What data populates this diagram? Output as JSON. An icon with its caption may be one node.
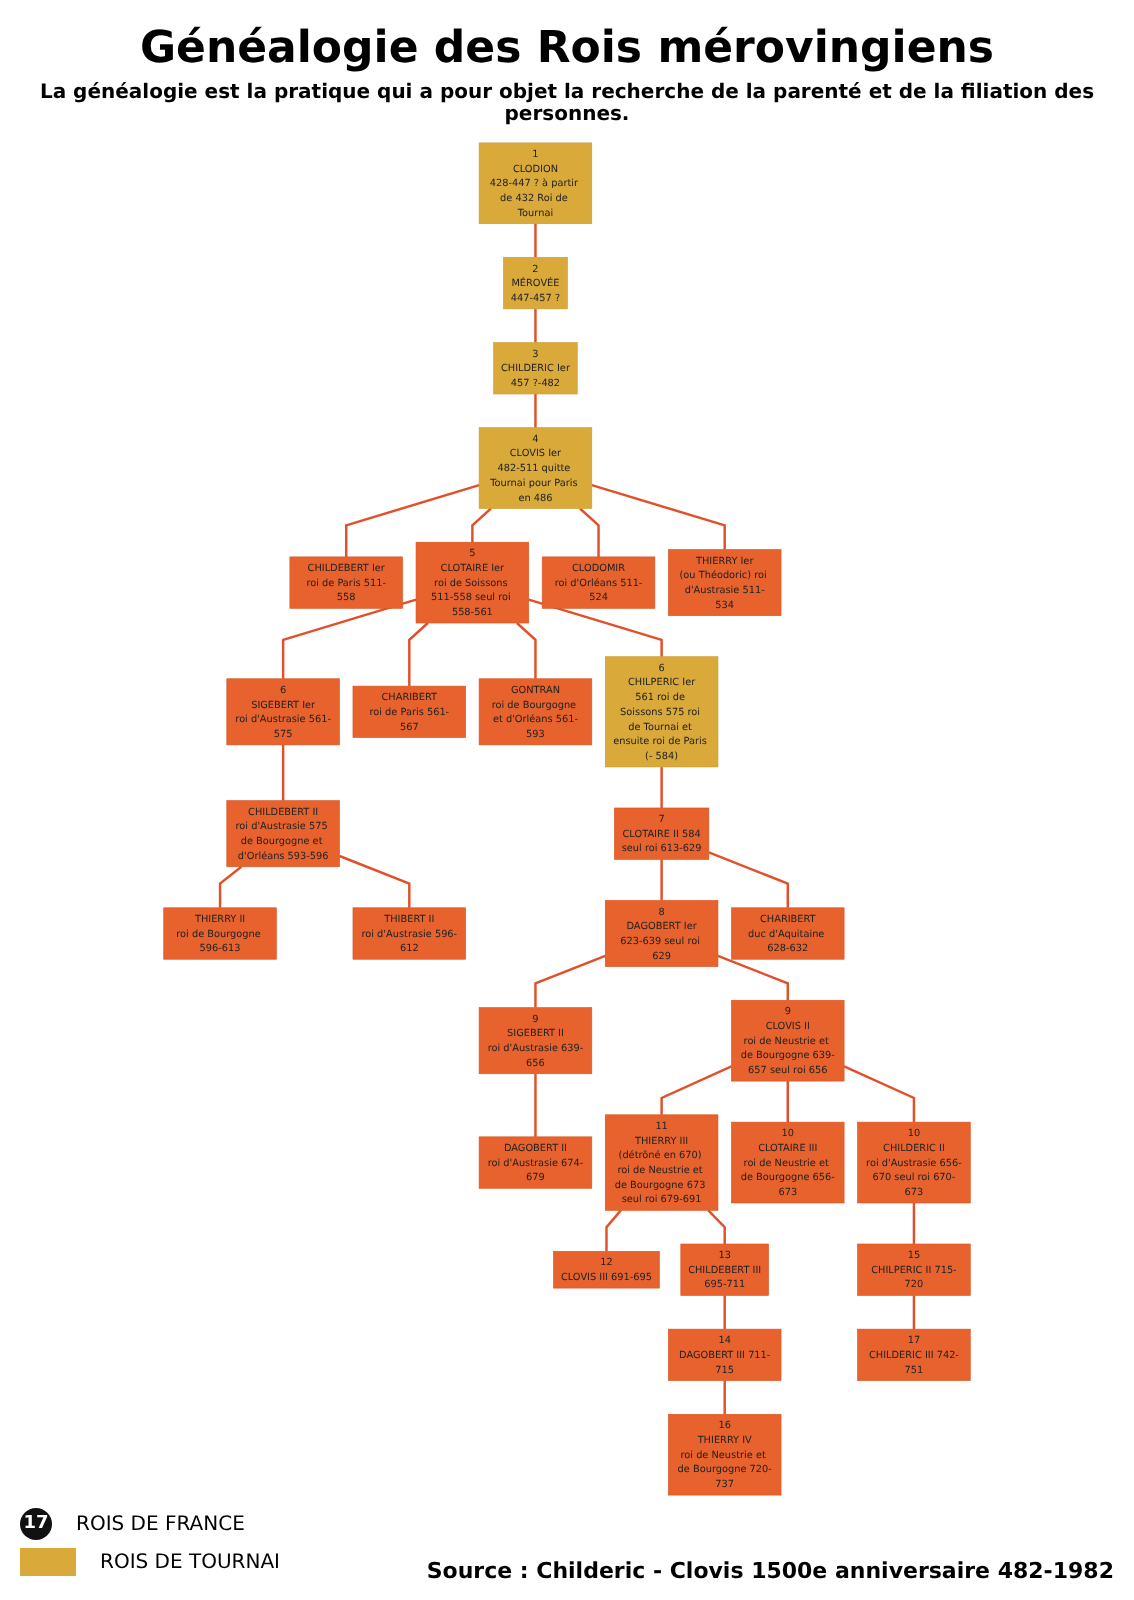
{
  "diagram": {
    "title": "Généalogie des Rois mérovingiens",
    "caption": "Source : Childeric - Clovis 1500e anniversaire 482-1982",
    "nodes": [
      {
        "text": [
          "1",
          "CLODION",
          "428-447 ? à partir de 432 Roi de Tournai"
        ]
      },
      {
        "text": [
          "2",
          "MÉROVÉE",
          "447-457 ?"
        ]
      },
      {
        "text": [
          "3",
          "CHILDERIC Ier",
          "457 ?-482"
        ]
      },
      {
        "text": [
          "4",
          "CLOVIS Ier",
          "482-511 quitte Tournai pour Paris en 486"
        ]
      },
      {
        "text": [
          "CHILDEBERT Ier",
          "roi de Paris 511-558"
        ]
      },
      {
        "text": [
          "5",
          "CLOTAIRE Ier",
          "roi de Soissons 511-558 seul roi 558-561"
        ]
      },
      {
        "text": [
          "CLODOMIR",
          "roi d'Orléans 511-524"
        ]
      },
      {
        "text": [
          "THIERRY Ier",
          "(ou Théodoric) roi d'Austrasie 511-534"
        ]
      },
      {
        "text": [
          "6",
          "SIGEBERT Ier",
          "roi d'Austrasie 561-575"
        ]
      },
      {
        "text": [
          "CHARIBERT",
          "roi de Paris 561-567"
        ]
      },
      {
        "text": [
          "GONTRAN",
          "roi de Bourgogne et d'Orléans 561-593"
        ]
      },
      {
        "text": [
          "6",
          "CHILPERIC Ier",
          "561 roi de Soissons 575 roi de Tournai et ensuite roi de Paris (- 584)"
        ]
      },
      {
        "text": [
          "CHILDEBERT II",
          "roi d'Austrasie 575 de Bourgogne et d'Orléans 593-596"
        ]
      },
      {
        "text": [
          "THIERRY II",
          "roi de Bourgogne 596-613"
        ]
      },
      {
        "text": [
          "THIBERT II",
          "roi d'Austrasie 596-612"
        ]
      },
      {
        "text": [
          "7",
          "CLOTAIRE II 584",
          "seul roi 613-629"
        ]
      },
      {
        "text": [
          "8",
          "DAGOBERT Ier",
          "623-639 seul roi 629"
        ]
      },
      {
        "text": [
          "CHARIBERT",
          "duc d'Aquitaine 628-632"
        ]
      },
      {
        "text": [
          "9",
          "SIGEBERT II",
          "roi d'Austrasie 639-656"
        ]
      },
      {
        "text": [
          "9",
          "CLOVIS II",
          "roi de Neustrie et de Bourgogne 639-657 seul roi 656"
        ]
      },
      {
        "text": [
          "DAGOBERT II",
          "roi d'Austrasie 674-679"
        ]
      },
      {
        "text": [
          "10",
          "CHILDERIC II",
          "roi d'Austrasie 656-670 seul roi 670-673"
        ]
      },
      {
        "text": [
          "10",
          "CLOTAIRE III",
          "roi de Neustrie et de Bourgogne 656-673"
        ]
      },
      {
        "text": [
          "11",
          "THIERRY III",
          "(détrôné en 670) roi de Neustrie et de Bourgogne 673 seul roi 679-691"
        ]
      },
      {
        "text": [
          "12",
          "CLOVIS III 691-695"
        ]
      },
      {
        "text": [
          "13",
          "CHILDEBERT III",
          "695-711"
        ]
      },
      {
        "text": [
          "14",
          "DAGOBERT III 711-715"
        ]
      },
      {
        "text": [
          "16",
          "THIERRY IV",
          "roi de Neustrie et de Bourgogne 720-737"
        ]
      },
      {
        "text": [
          "15",
          "CHILPERIC II 715-720"
        ]
      },
      {
        "text": [
          "17",
          "CHILDERIC III 742-751"
        ]
      }
    ],
    "edges": [
      {
        "from": 0,
        "to": 1,
        "arrow": "none"
      },
      {
        "from": 1,
        "to": 2,
        "arrow": "none"
      },
      {
        "from": 2,
        "to": 3,
        "arrow": "none"
      },
      {
        "from": 3,
        "to": 4,
        "arrow": "none"
      },
      {
        "from": 3,
        "to": 5,
        "arrow": "none"
      },
      {
        "from": 3,
        "to": 6,
        "arrow": "none"
      },
      {
        "from": 3,
        "to": 7,
        "arrow": "none"
      },
      {
        "from": 5,
        "to": 8,
        "arrow": "none"
      },
      {
        "from": 5,
        "to": 9,
        "arrow": "none"
      },
      {
        "from": 5,
        "to": 10,
        "arrow": "none"
      },
      {
        "from": 5,
        "to": 11,
        "arrow": "none"
      },
      {
        "from": 8,
        "to": 12,
        "arrow": "none"
      },
      {
        "from": 12,
        "to": 13,
        "arrow": "none"
      },
      {
        "from": 12,
        "to": 14,
        "arrow": "none"
      },
      {
        "from": 11,
        "to": 15,
        "arrow": "none"
      },
      {
        "from": 15,
        "to": 16,
        "arrow": "none"
      },
      {
        "from": 15,
        "to": 17,
        "arrow": "none"
      },
      {
        "from": 16,
        "to": 18,
        "arrow": "none"
      },
      {
        "from": 16,
        "to": 19,
        "arrow": "none"
      },
      {
        "from": 18,
        "to": 20,
        "arrow": "none"
      },
      {
        "from": 19,
        "to": 21,
        "arrow": "none"
      },
      {
        "from": 19,
        "to": 22,
        "arrow": "none"
      },
      {
        "from": 19,
        "to": 23,
        "arrow": "none"
      },
      {
        "from": 23,
        "to": 24,
        "arrow": "none"
      },
      {
        "from": 23,
        "to": 25,
        "arrow": "none"
      },
      {
        "from": 25,
        "to": 26,
        "arrow": "none"
      },
      {
        "from": 26,
        "to": 27,
        "arrow": "none"
      },
      {
        "from": 21,
        "to": 28,
        "arrow": "none"
      },
      {
        "from": 28,
        "to": 29,
        "arrow": "none"
      }
    ],
    "labels": [
      "La généalogie est la pratique qui a pour objet la recherche de la parenté et de la filiation des personnes.",
      "17"
    ],
    "legend": [
      {
        "text": "ROIS DE FRANCE"
      },
      {
        "text": "ROIS DE TOURNAI",
        "color": "#d9a93a"
      }
    ]
  }
}
